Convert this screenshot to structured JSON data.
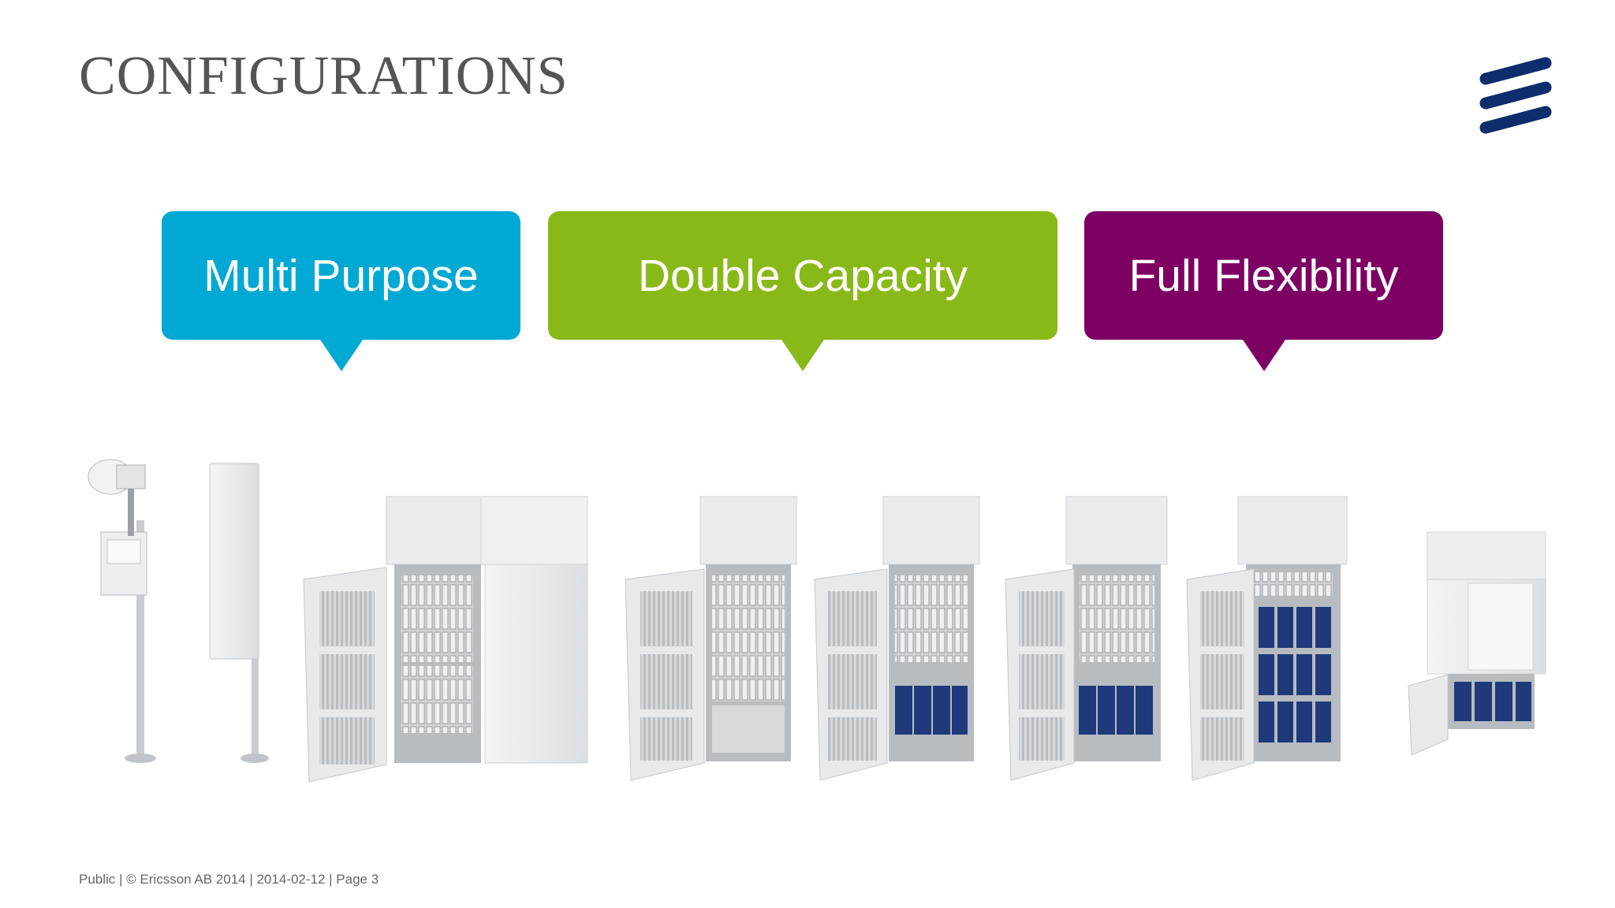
{
  "slide": {
    "title": "CONFIGURATIONS",
    "footer": "Public  |  © Ericsson AB 2014  |  2014-02-12  |  Page 3"
  },
  "callouts": [
    {
      "label": "Multi Purpose",
      "color": "#00A9D4"
    },
    {
      "label": "Double Capacity",
      "color": "#89B918"
    },
    {
      "label": "Full Flexibility",
      "color": "#7D0063"
    }
  ],
  "colors": {
    "logo": "#0D2D6C",
    "title": "#555555",
    "battery": "#1E3A7A",
    "cabinet": "#E8EAEC"
  },
  "icons": [
    "ericsson-logo-icon"
  ]
}
